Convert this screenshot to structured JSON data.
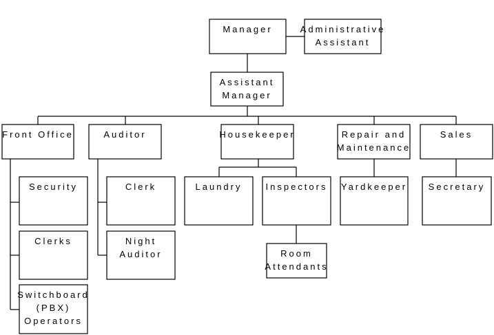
{
  "org_chart": {
    "nodes": {
      "manager": [
        "Manager"
      ],
      "admin_assistant": [
        "Administrative",
        "Assistant"
      ],
      "assistant_manager": [
        "Assistant",
        "Manager"
      ],
      "front_office": [
        "Front Office"
      ],
      "auditor": [
        "Auditor"
      ],
      "housekeeper": [
        "Housekeeper"
      ],
      "repair_maintenance": [
        "Repair and",
        "Maintenance"
      ],
      "sales": [
        "Sales"
      ],
      "security": [
        "Security"
      ],
      "clerks": [
        "Clerks"
      ],
      "switchboard": [
        "Switchboard",
        "(PBX)",
        "Operators"
      ],
      "clerk": [
        "Clerk"
      ],
      "night_auditor": [
        "Night",
        "Auditor"
      ],
      "laundry": [
        "Laundry"
      ],
      "inspectors": [
        "Inspectors"
      ],
      "room_attendants": [
        "Room",
        "Attendants"
      ],
      "yardkeeper": [
        "Yardkeeper"
      ],
      "secretary": [
        "Secretary"
      ]
    }
  }
}
